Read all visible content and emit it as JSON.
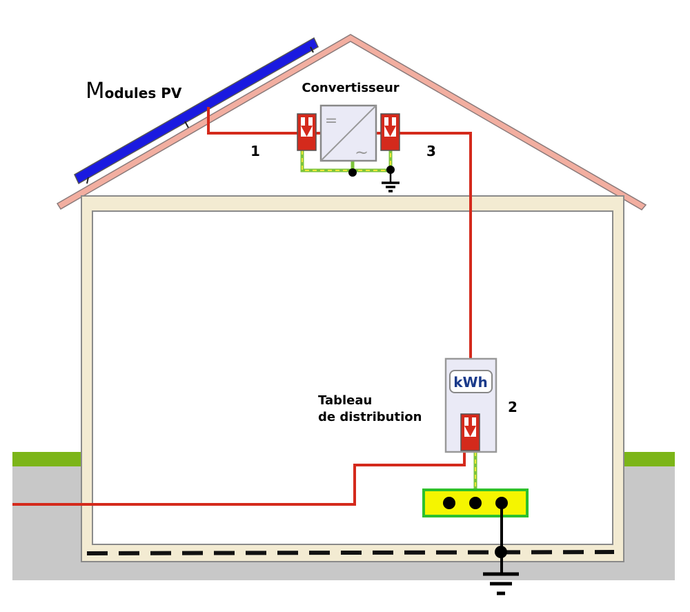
{
  "labels": {
    "modules_initial": "M",
    "modules_rest": "odules PV",
    "converter": "Convertisseur",
    "num_1": "1",
    "num_2": "2",
    "num_3": "3",
    "board_line1": "Tableau",
    "board_line2": "de distribution",
    "meter_unit": "kWh",
    "dc_symbol": "=",
    "ac_symbol": "~"
  },
  "colors": {
    "roof": "#f2aea0",
    "wall": "#f3ebd2",
    "cable": "#d42a1c",
    "earth_cable": "#7cc43a",
    "earth_dash": "#f0e83a",
    "panel": "#1a1ae0",
    "grass": "#7cb518",
    "ground": "#c8c8c8",
    "breaker": "#d42a1c",
    "bus_bar": "#f5f500",
    "bus_border": "#2cc12c",
    "meter_text": "#1a3a8a"
  }
}
